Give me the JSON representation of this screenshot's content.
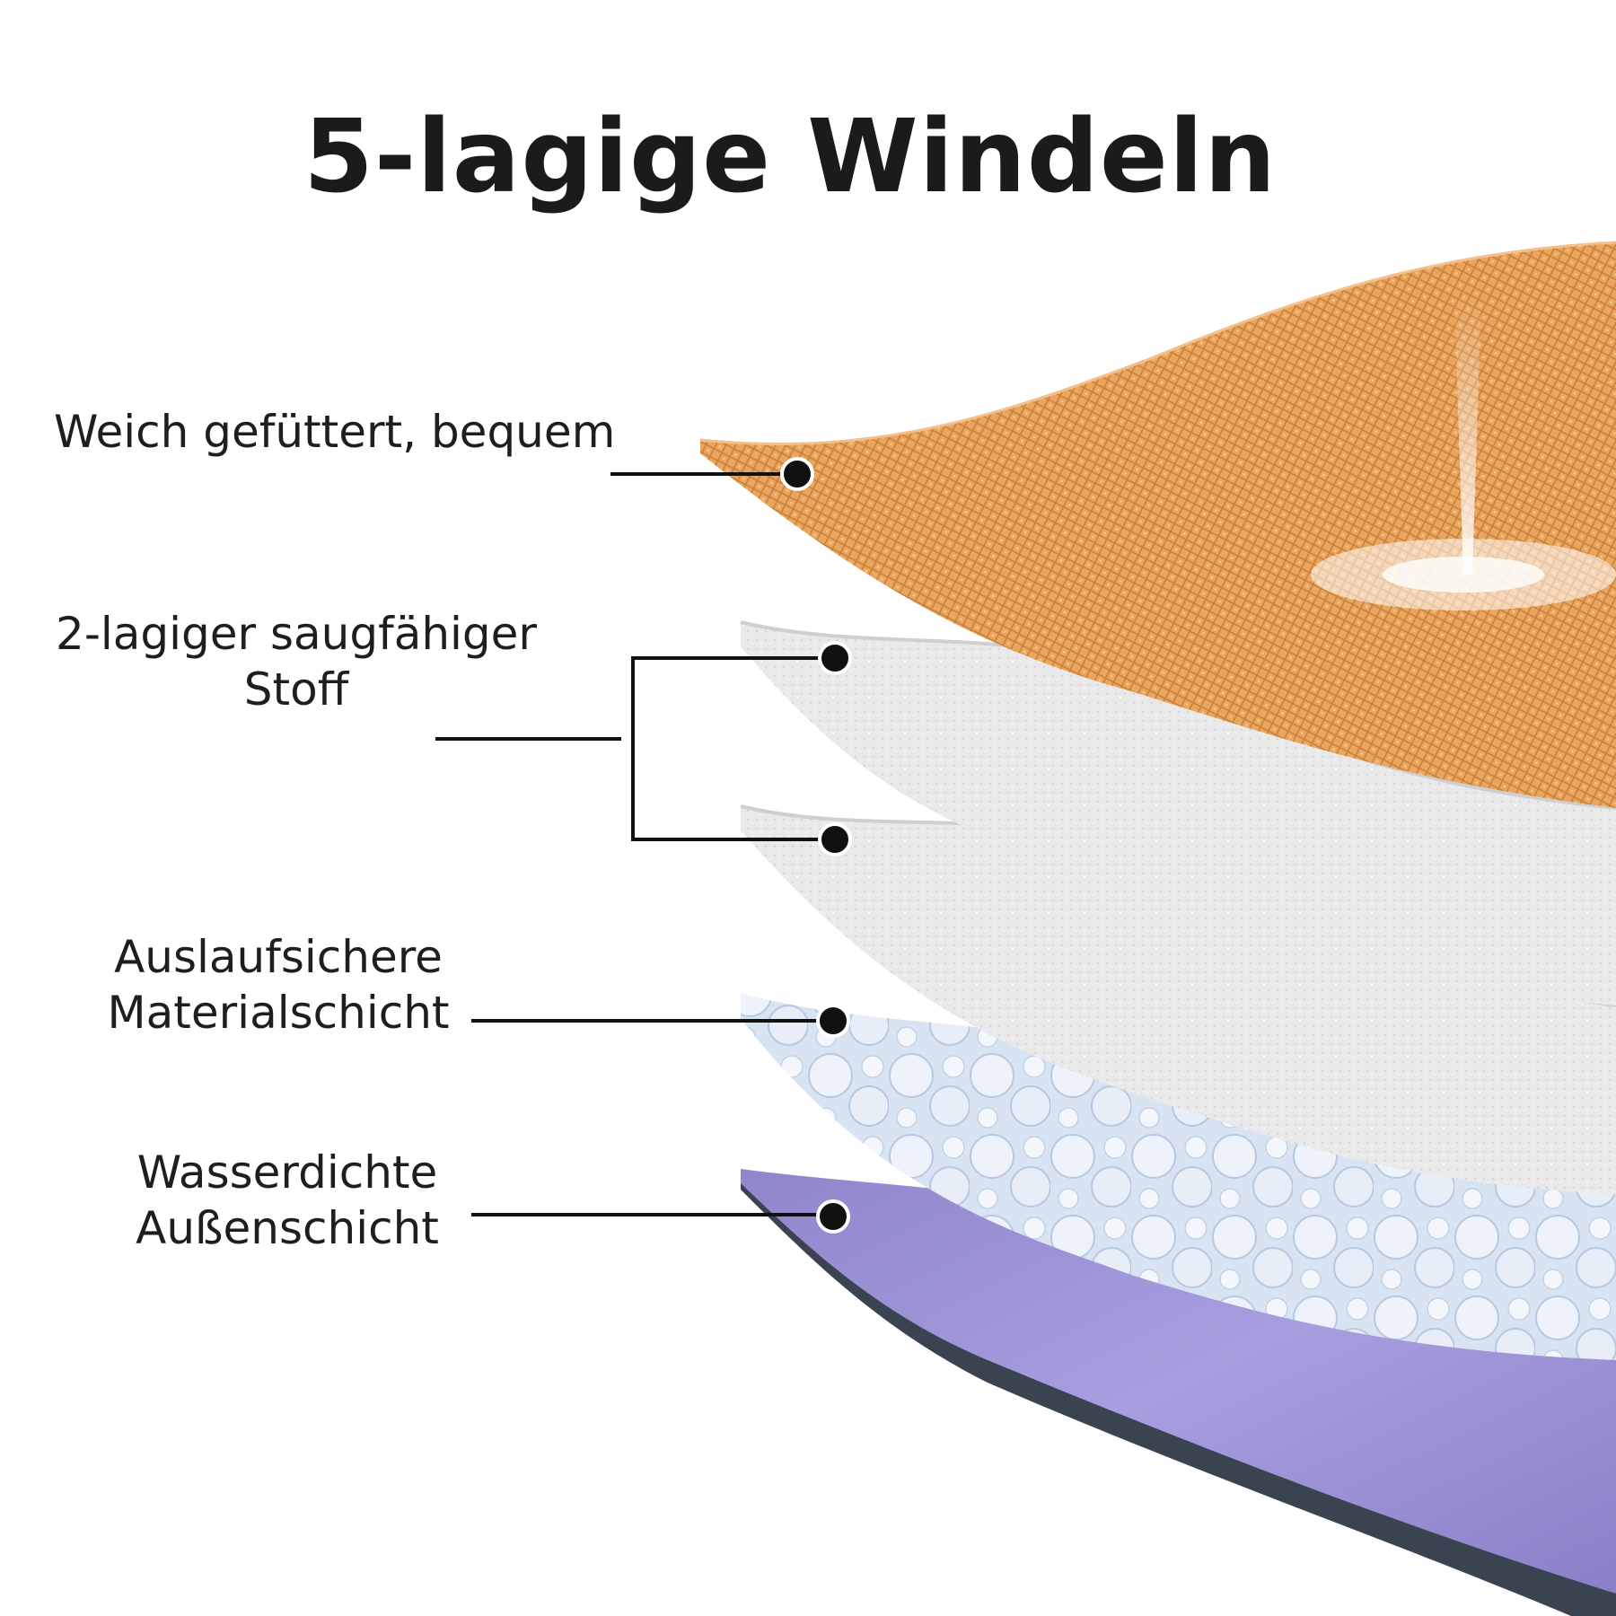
{
  "title": "5-lagige Windeln",
  "layers": [
    {
      "id": "top",
      "lines": [
        "Weich gefüttert, bequem"
      ],
      "color": "#e9a35a"
    },
    {
      "id": "absorbent",
      "lines": [
        "2-lagiger saugfähiger",
        "Stoff"
      ],
      "color": "#e6e6e6"
    },
    {
      "id": "leakproof",
      "lines": [
        "Auslaufsichere",
        "Materialschicht"
      ],
      "color": "#c9d8ee"
    },
    {
      "id": "outer",
      "lines": [
        "Wasserdichte",
        "Außenschicht"
      ],
      "color": "#9a8fd6"
    }
  ],
  "accent_colors": {
    "leader": "#111111",
    "edge": "#3a4350"
  }
}
